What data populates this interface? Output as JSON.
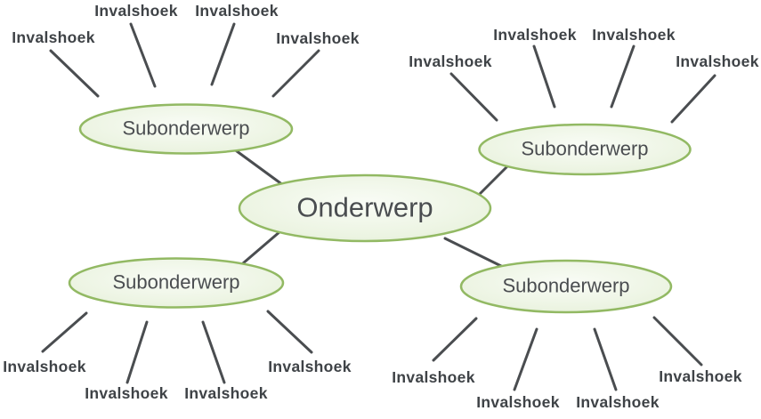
{
  "diagram": {
    "type": "mindmap",
    "center": {
      "label": "Onderwerp"
    },
    "clusters": [
      {
        "position": "top-left",
        "label": "Subonderwerp",
        "angles": [
          "Invalshoek",
          "Invalshoek",
          "Invalshoek",
          "Invalshoek"
        ]
      },
      {
        "position": "top-right",
        "label": "Subonderwerp",
        "angles": [
          "Invalshoek",
          "Invalshoek",
          "Invalshoek",
          "Invalshoek"
        ]
      },
      {
        "position": "bottom-left",
        "label": "Subonderwerp",
        "angles": [
          "Invalshoek",
          "Invalshoek",
          "Invalshoek",
          "Invalshoek"
        ]
      },
      {
        "position": "bottom-right",
        "label": "Subonderwerp",
        "angles": [
          "Invalshoek",
          "Invalshoek",
          "Invalshoek",
          "Invalshoek"
        ]
      }
    ]
  },
  "colors": {
    "background": "#ffffff",
    "node_border": "#92b963",
    "node_fill_center": "#f9fcf6",
    "node_fill_mid": "#ecf4e2",
    "node_fill_edge": "#dfecd1",
    "line": "#4a4d50",
    "node_text": "#4a4d50",
    "angle_text": "#3f4347"
  }
}
